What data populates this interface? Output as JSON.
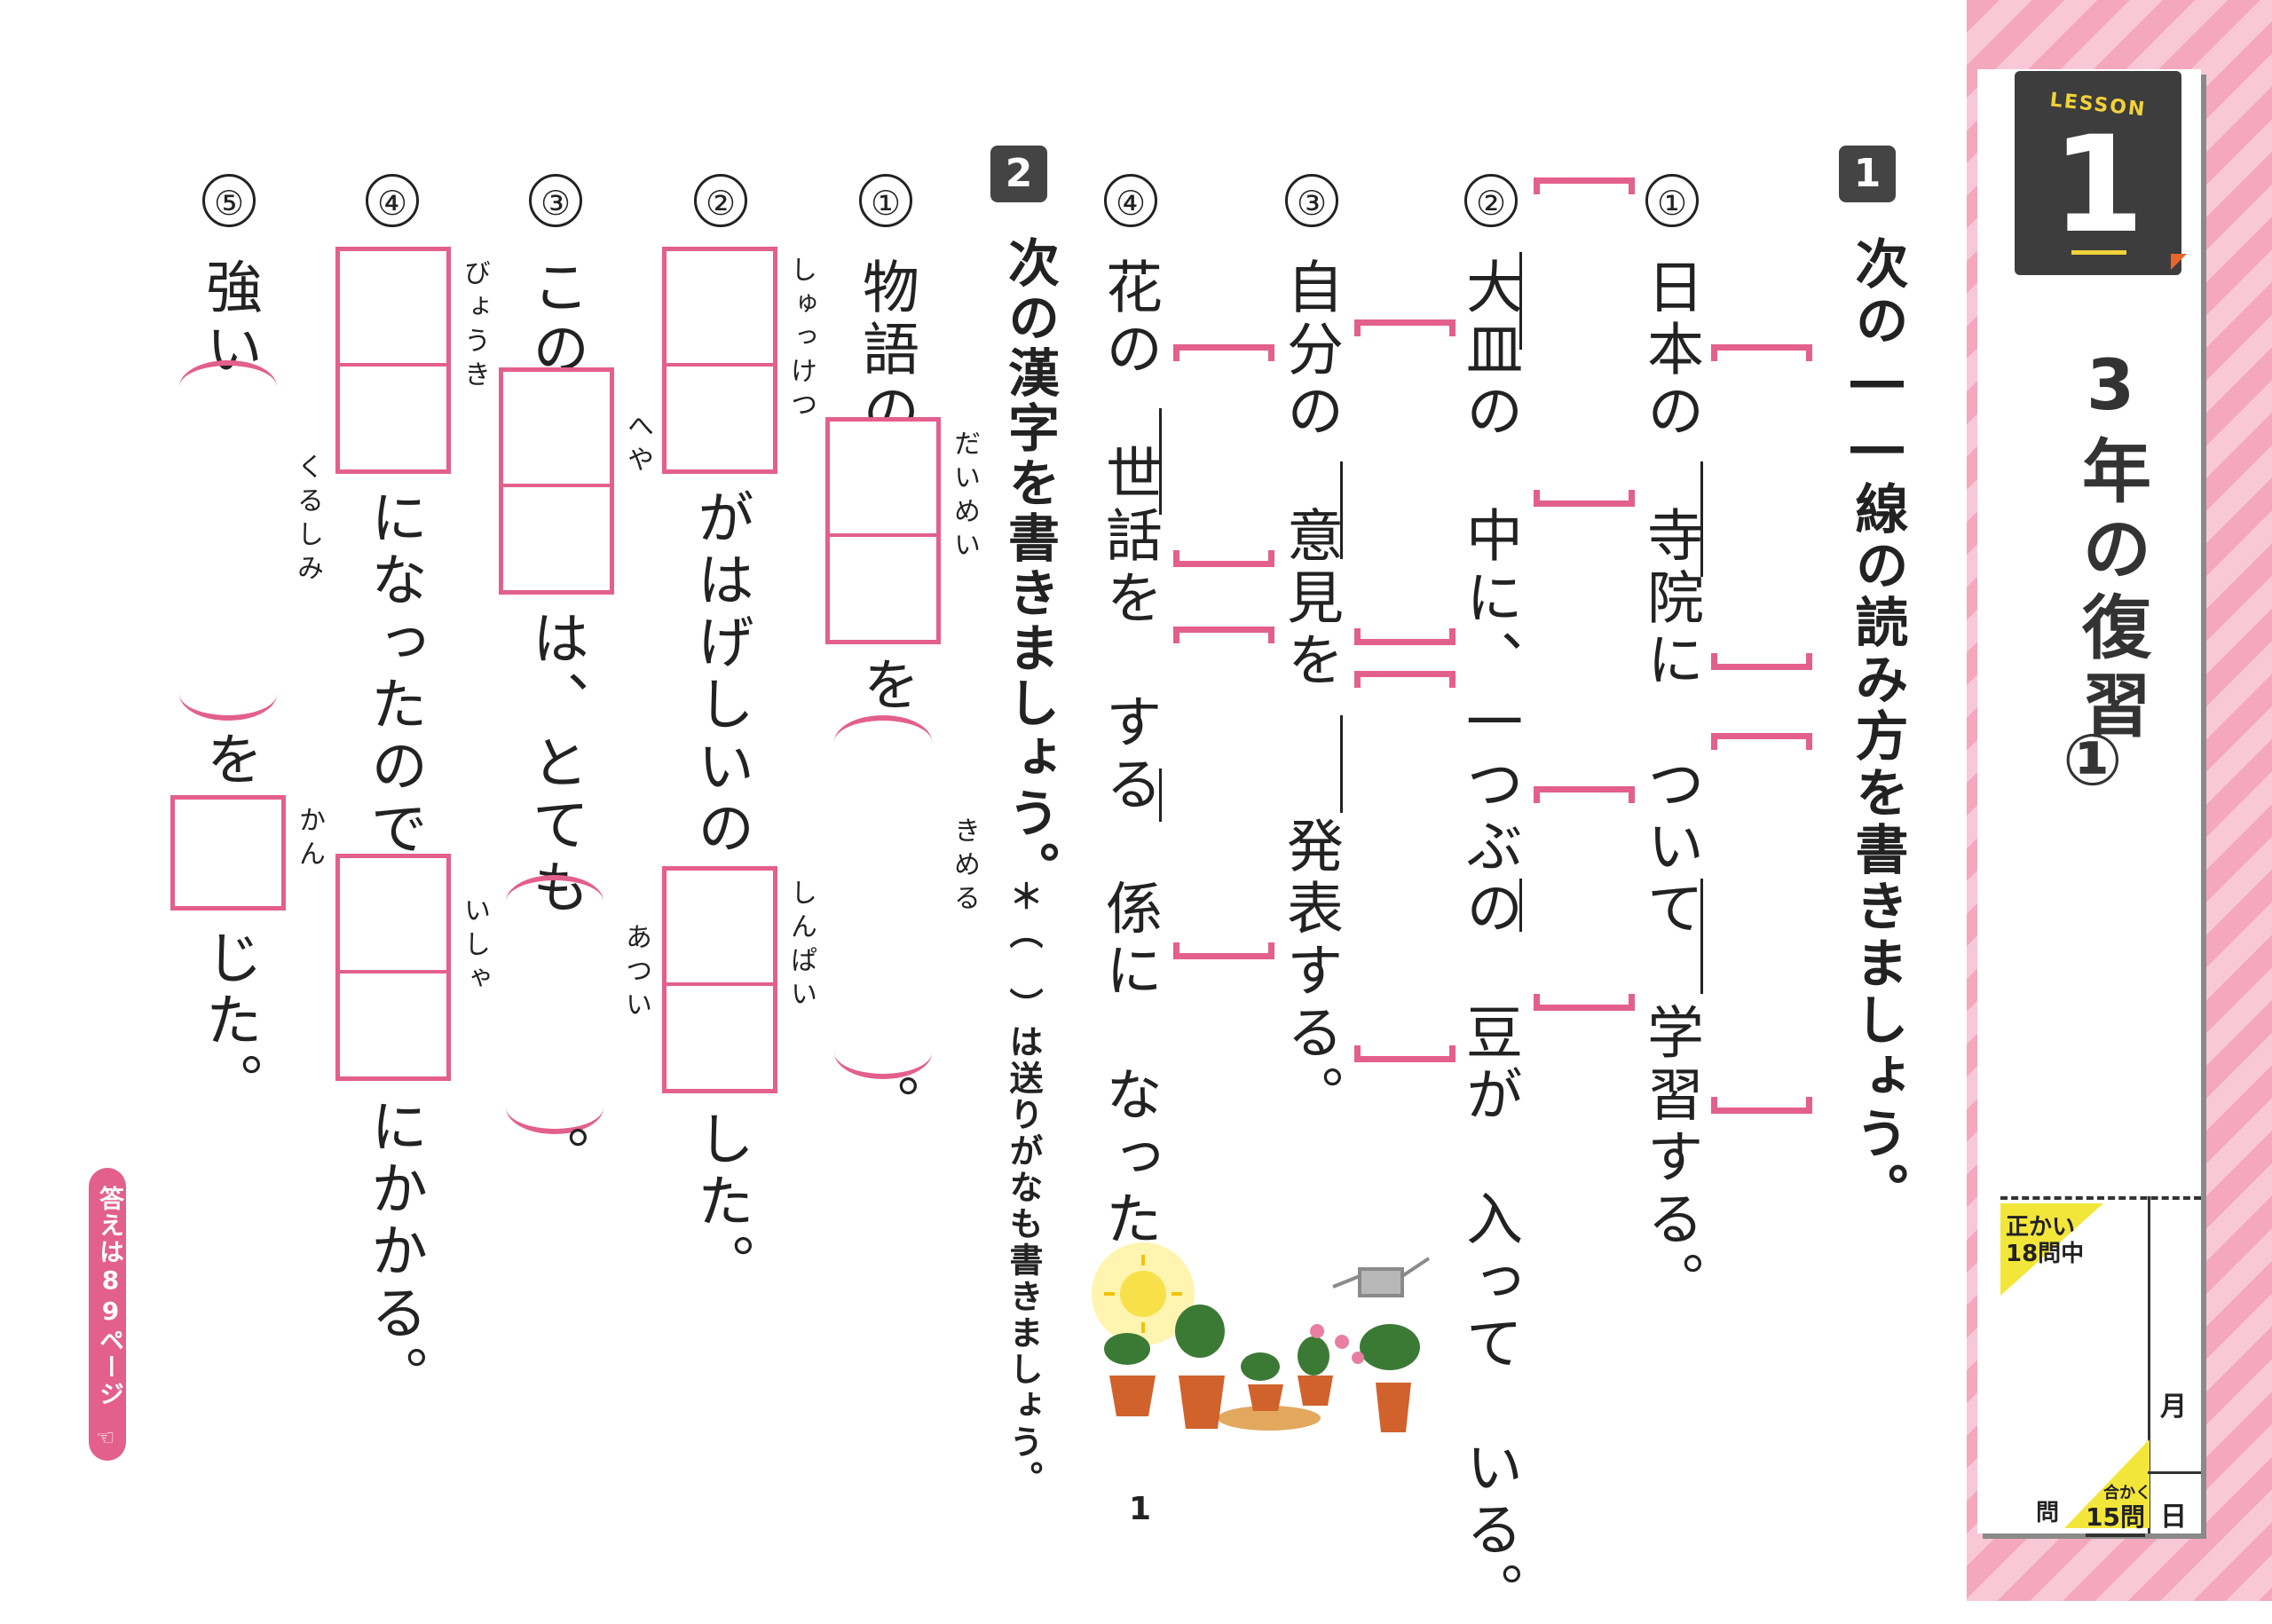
{
  "header": {
    "lesson_label": "LESSON",
    "lesson_number": "1",
    "title": "3年の復習",
    "title_num": "①"
  },
  "score": {
    "seikai_label": "正かい",
    "total_label": "18問中",
    "unit": "問",
    "goukaku_label": "合かく",
    "goukaku_value": "15問",
    "month_label": "月",
    "day_label": "日"
  },
  "side_tab": {
    "label": "答えは89ページ",
    "icon": "pointing-hand-icon"
  },
  "page_number": "1",
  "section1": {
    "badge": "1",
    "instruction": "次の――線の読み方を書きましょう。",
    "items": [
      {
        "num": "①",
        "line": "日本の　寺院に　ついて　学習する。"
      },
      {
        "num": "②",
        "line": "大皿の　中に、一つぶの　豆が　入って　いる。"
      },
      {
        "num": "③",
        "line": "自分の　意見を　　発表する。"
      },
      {
        "num": "④",
        "line": "花の　世話を　する　係に　なった。"
      }
    ]
  },
  "section2": {
    "badge": "2",
    "instruction": "次の漢字を書きましょう。",
    "note": "＊（　）は送りがなも書きましょう。",
    "items": [
      {
        "num": "①",
        "before": "物語の",
        "ruby1": "だいめい",
        "mid": "を",
        "ruby2": "きめる",
        "end": "。"
      },
      {
        "num": "②",
        "ruby1": "しゅっけつ",
        "mid": "がはげしいので",
        "ruby2": "しんぱい",
        "end": "した。"
      },
      {
        "num": "③",
        "before": "この",
        "ruby1": "へや",
        "mid": "は、とても",
        "ruby2": "あつい",
        "end": "。"
      },
      {
        "num": "④",
        "ruby1": "びょうき",
        "mid": "になったので、",
        "ruby2": "いしゃ",
        "end": "にかかる。"
      },
      {
        "num": "⑤",
        "before": "強い",
        "ruby1": "くるしみ",
        "mid": "を",
        "ruby2": "かん",
        "end": "じた。"
      }
    ]
  }
}
